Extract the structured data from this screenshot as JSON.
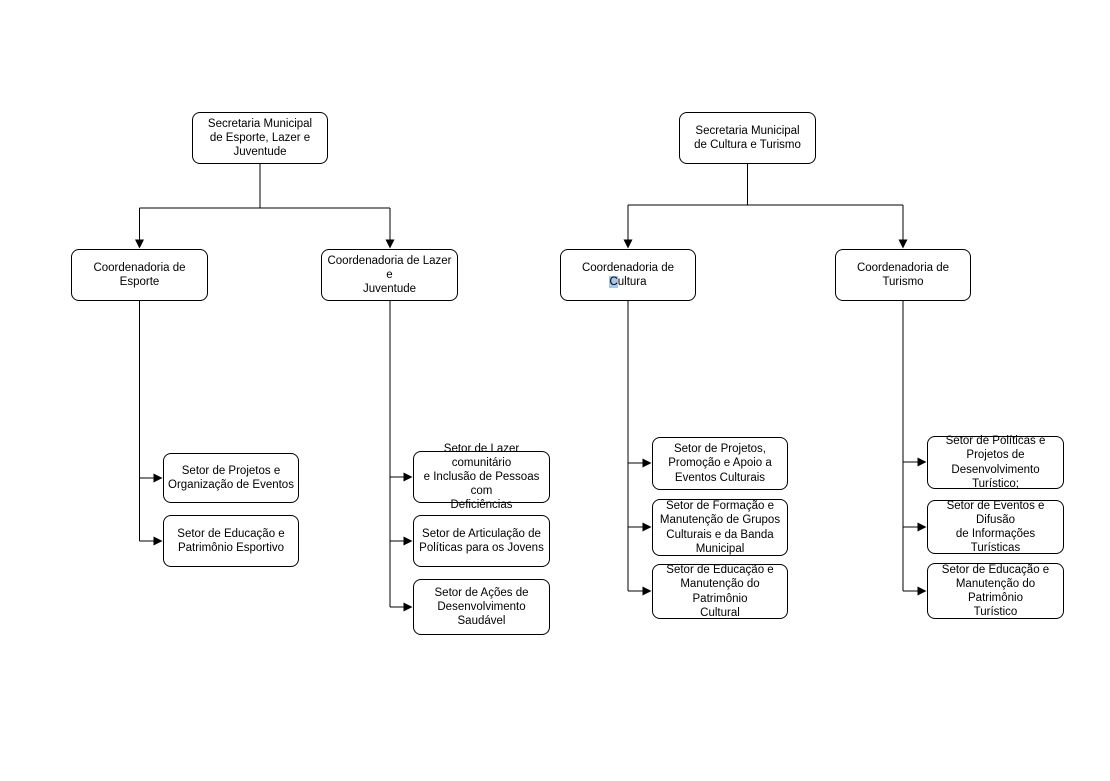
{
  "diagram": {
    "esporte": {
      "root": "Secretaria Municipal\nde Esporte, Lazer e\nJuventude",
      "coord_esporte": "Coordenadoria de Esporte",
      "coord_lazer": "Coordenadoria de Lazer e\nJuventude",
      "esporte_sectors": [
        "Setor de Projetos e\nOrganização de Eventos",
        "Setor de Educação e\nPatrimônio Esportivo"
      ],
      "lazer_sectors": [
        "Setor de Lazer comunitário\ne Inclusão de Pessoas com\nDeficiências",
        "Setor de Articulação de\nPolíticas para os Jovens",
        "Setor de Ações de\nDesenvolvimento\nSaudável"
      ]
    },
    "cultura_turismo": {
      "root": "Secretaria Municipal\nde Cultura e Turismo",
      "coord_cultura": {
        "prefix": "Coordenadoria de ",
        "selected": "C",
        "suffix": "ultura"
      },
      "coord_turismo": "Coordenadoria de Turismo",
      "cultura_sectors": [
        "Setor de Projetos,\nPromoção e Apoio a\nEventos Culturais",
        "Setor de Formação e\nManutenção de Grupos\nCulturais e da Banda\nMunicipal",
        "Setor de Educação e\nManutenção do Patrimônio\nCultural"
      ],
      "turismo_sectors": [
        "Setor de Políticas e\nProjetos de\nDesenvolvimento Turístico;",
        "Setor de Eventos e Difusão\nde Informações Turísticas",
        "Setor de Educação e\nManutenção do Patrimônio\nTurístico"
      ]
    },
    "colors": {
      "background": "#ffffff",
      "box_fill": "#ffffff",
      "box_border": "#000000",
      "text": "#000000",
      "connector": "#000000",
      "selection_highlight": "#a6c8e8"
    }
  }
}
